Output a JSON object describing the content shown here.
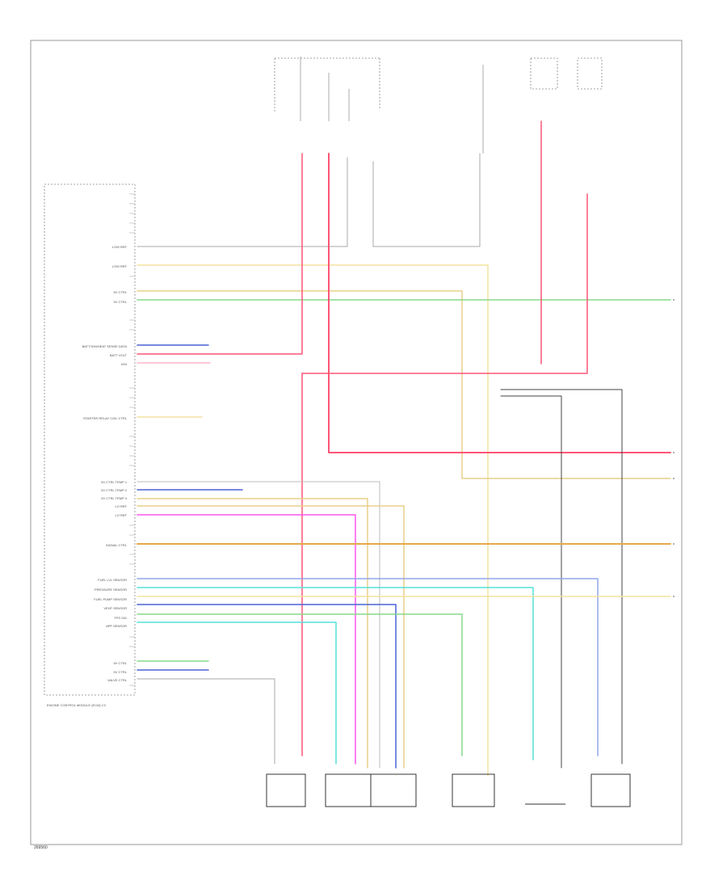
{
  "diagram_id": "269560",
  "colors": {
    "red": "#ff5577",
    "pink": "#ffb8c8",
    "yellow": "#f3e2a0",
    "tan": "#e8cf8a",
    "orange": "#e6a94a",
    "green": "#86d98a",
    "blue": "#4a62d6",
    "lightblue": "#8fa7ea",
    "cyan": "#55e0d8",
    "magenta": "#ff55ee",
    "grey": "#aaaaaa",
    "dark": "#333333"
  },
  "ecm_labels": [
    "LOW REF",
    "LOW REF",
    "5V CTRL",
    "5V CTRL",
    "BATT/IGN/HEAT SENSE DATA",
    "BATT VOLT",
    "IGN",
    "STARTER RELAY COIL CTRL",
    "5V CTRL TEMP 1",
    "5V CTRL TEMP 2",
    "5V CTRL TEMP 3",
    "LO REF",
    "LO REF",
    "SIGNAL CTRL",
    "FUEL LVL SENSOR",
    "PRESSURE SENSOR",
    "FUEL PUMP SENSOR",
    "VENT SENSOR",
    "TPS SIG",
    "APP SENSOR",
    "5V CTRL",
    "5V CTRL",
    "VALVE CTRL",
    "ENGINE CONTROL MODULE (ECM) C2"
  ]
}
